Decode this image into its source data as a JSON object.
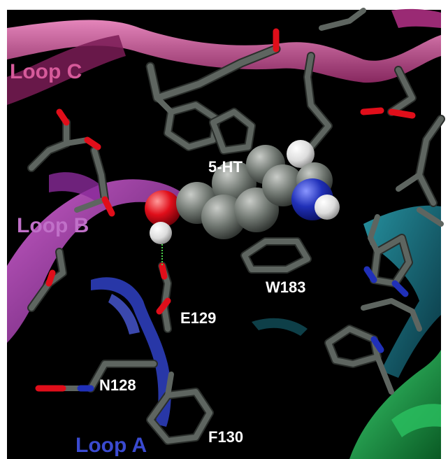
{
  "labels": {
    "loop_c": "Loop C",
    "loop_b": "Loop B",
    "loop_a": "Loop A",
    "ligand": "5-HT",
    "w183": "W183",
    "e129": "E129",
    "n128": "N128",
    "f130": "F130"
  },
  "colors": {
    "background": "#000000",
    "loop_c": "#d65a9a",
    "loop_b": "#b040b0",
    "loop_a": "#2a3ab0",
    "teal_ribbon": "#1a7a8a",
    "green_ribbon": "#1fa34a",
    "carbon": "#5e6560",
    "oxygen": "#e00e1a",
    "nitrogen": "#2030b8",
    "hydrogen": "#e6e6e6",
    "label_text": "#ffffff",
    "hbond": "#4ad04a"
  }
}
